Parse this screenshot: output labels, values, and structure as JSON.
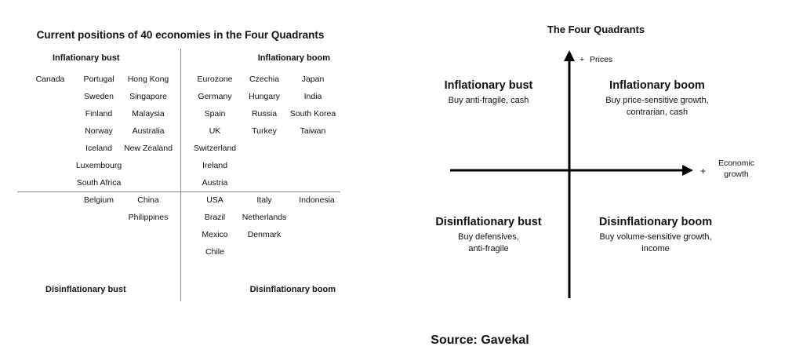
{
  "left": {
    "title": "Current positions of 40 economies in the Four Quadrants",
    "quadrants": {
      "top_left": "Inflationary bust",
      "top_right": "Inflationary boom",
      "bottom_left": "Disinflationary bust",
      "bottom_right": "Disinflationary boom"
    },
    "inflationary_bust": [
      "Canada",
      "Portugal",
      "Sweden",
      "Finland",
      "Norway",
      "Iceland",
      "Luxembourg",
      "South Africa",
      "Hong Kong",
      "Singapore",
      "Malaysia",
      "Australia",
      "New Zealand"
    ],
    "inflationary_boom": [
      "Eurozone",
      "Germany",
      "Spain",
      "UK",
      "Switzerland",
      "Ireland",
      "Austria",
      "Czechia",
      "Hungary",
      "Russia",
      "Turkey",
      "Japan",
      "India",
      "South Korea",
      "Taiwan"
    ],
    "disinflationary_bust": [
      "Belgium",
      "China",
      "Philippines"
    ],
    "disinflationary_boom": [
      "USA",
      "Brazil",
      "Mexico",
      "Chile",
      "Italy",
      "Netherlands",
      "Denmark",
      "Indonesia"
    ]
  },
  "right": {
    "title": "The Four Quadrants",
    "axis": {
      "y_plus": "+",
      "y_label": "Prices",
      "x_plus": "+",
      "x_label_line1": "Economic",
      "x_label_line2": "growth"
    },
    "quadrants": {
      "top_left": {
        "title": "Inflationary bust",
        "lines": [
          "Buy anti-fragile, cash"
        ]
      },
      "top_right": {
        "title": "Inflationary boom",
        "lines": [
          "Buy price-sensitive growth,",
          "contrarian, cash"
        ]
      },
      "bottom_left": {
        "title": "Disinflationary bust",
        "lines": [
          "Buy defensives,",
          "anti-fragile"
        ]
      },
      "bottom_right": {
        "title": "Disinflationary boom",
        "lines": [
          "Buy volume-sensitive growth,",
          "income"
        ]
      }
    }
  },
  "source": "Source: Gavekal",
  "colors": {
    "text": "#111111",
    "axis": "#000000",
    "divider": "#888888"
  }
}
